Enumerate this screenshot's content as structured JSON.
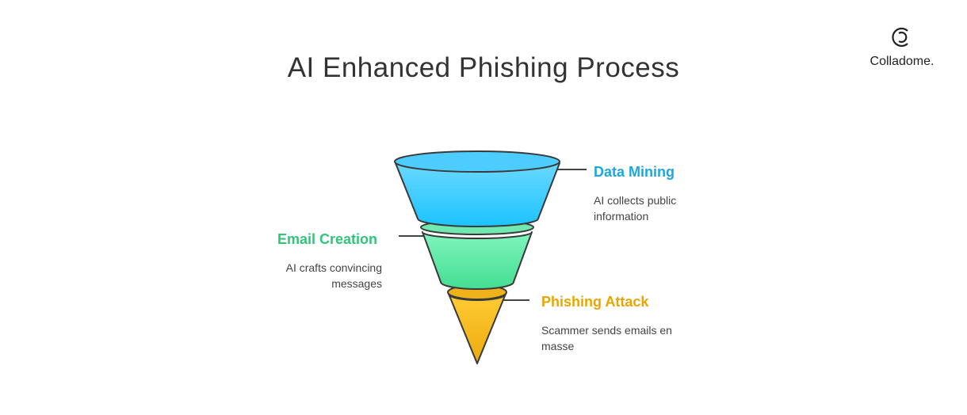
{
  "title": "AI Enhanced Phishing Process",
  "logo": {
    "text": "Colladome."
  },
  "stages": [
    {
      "label": "Data Mining",
      "description": "AI collects public information",
      "color": "#1AA8DD"
    },
    {
      "label": "Email Creation",
      "description": "AI crafts convincing messages",
      "color": "#33C47A"
    },
    {
      "label": "Phishing Attack",
      "description": "Scammer sends emails en masse",
      "color": "#E9A600"
    }
  ]
}
